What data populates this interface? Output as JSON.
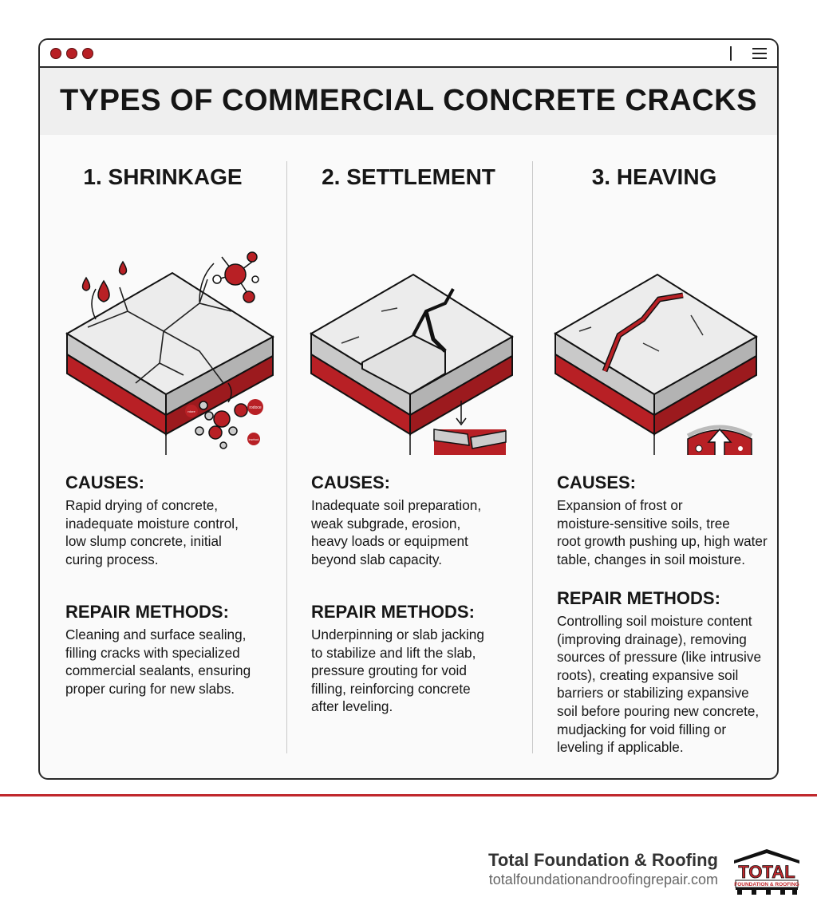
{
  "window": {
    "controls": [
      "close",
      "minimize",
      "maximize"
    ],
    "menu_icon": "hamburger-menu-icon"
  },
  "title": "TYPES OF COMMERCIAL CONCRETE CRACKS",
  "colors": {
    "accent": "#c0282d",
    "dark": "#151515",
    "band": "#efefef"
  },
  "columns": [
    {
      "heading": "1. SHRINKAGE",
      "illustration_labels": [
        "rodoce",
        "rdore",
        "inwhod"
      ],
      "causes_label": "CAUSES:",
      "causes": [
        "Rapid drying of concrete,",
        "inadequate moisture control,",
        "low slump concrete, initial",
        "curing process."
      ],
      "repair_label": "REPAIR METHODS:",
      "repair": [
        "Cleaning and surface sealing,",
        "filling cracks with specialized",
        "commercial sealants, ensuring",
        "proper curing for new slabs."
      ]
    },
    {
      "heading": "2. SETTLEMENT",
      "causes_label": "CAUSES:",
      "causes": [
        "Inadequate soil preparation,",
        "weak subgrade, erosion,",
        "heavy loads or equipment",
        "beyond slab capacity."
      ],
      "repair_label": "REPAIR METHODS:",
      "repair": [
        "Underpinning or slab jacking",
        "to stabilize and lift the slab,",
        "pressure grouting for void",
        "filling, reinforcing concrete",
        "after leveling."
      ]
    },
    {
      "heading": "3. HEAVING",
      "causes_label": "CAUSES:",
      "causes": [
        "Expansion of frost or",
        "moisture-sensitive soils, tree",
        "root growth pushing up, high water",
        "table, changes in soil moisture."
      ],
      "repair_label": "REPAIR METHODS:",
      "repair": [
        "Controlling soil moisture content",
        "(improving drainage), removing",
        "sources of pressure (like intrusive",
        "roots), creating expansive soil",
        "barriers or stabilizing expansive",
        "soil before pouring new concrete,",
        "mudjacking for void filling or",
        "leveling if applicable."
      ]
    }
  ],
  "footer": {
    "company": "Total Foundation & Roofing",
    "url": "totalfoundationandroofingrepair.com",
    "logo_text": "TOTAL",
    "logo_subtext": "FOUNDATION & ROOFING"
  }
}
